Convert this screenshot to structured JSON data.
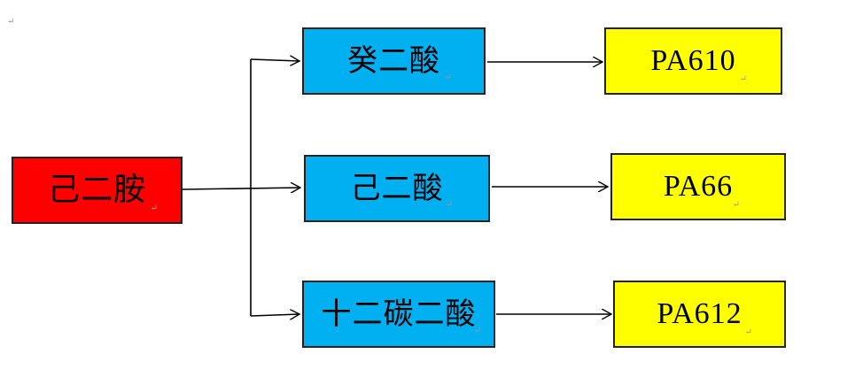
{
  "colors": {
    "diamine": "#ff0000",
    "acid": "#00b0f0",
    "product": "#ffff00",
    "border": "#222222",
    "line": "#000000"
  },
  "mark": "↵",
  "diamine": {
    "label": "己二胺"
  },
  "acids": [
    {
      "label": "癸二酸"
    },
    {
      "label": "己二酸"
    },
    {
      "label": "十二碳二酸"
    }
  ],
  "products": [
    {
      "label": "PA610"
    },
    {
      "label": "PA66"
    },
    {
      "label": "PA612"
    }
  ]
}
